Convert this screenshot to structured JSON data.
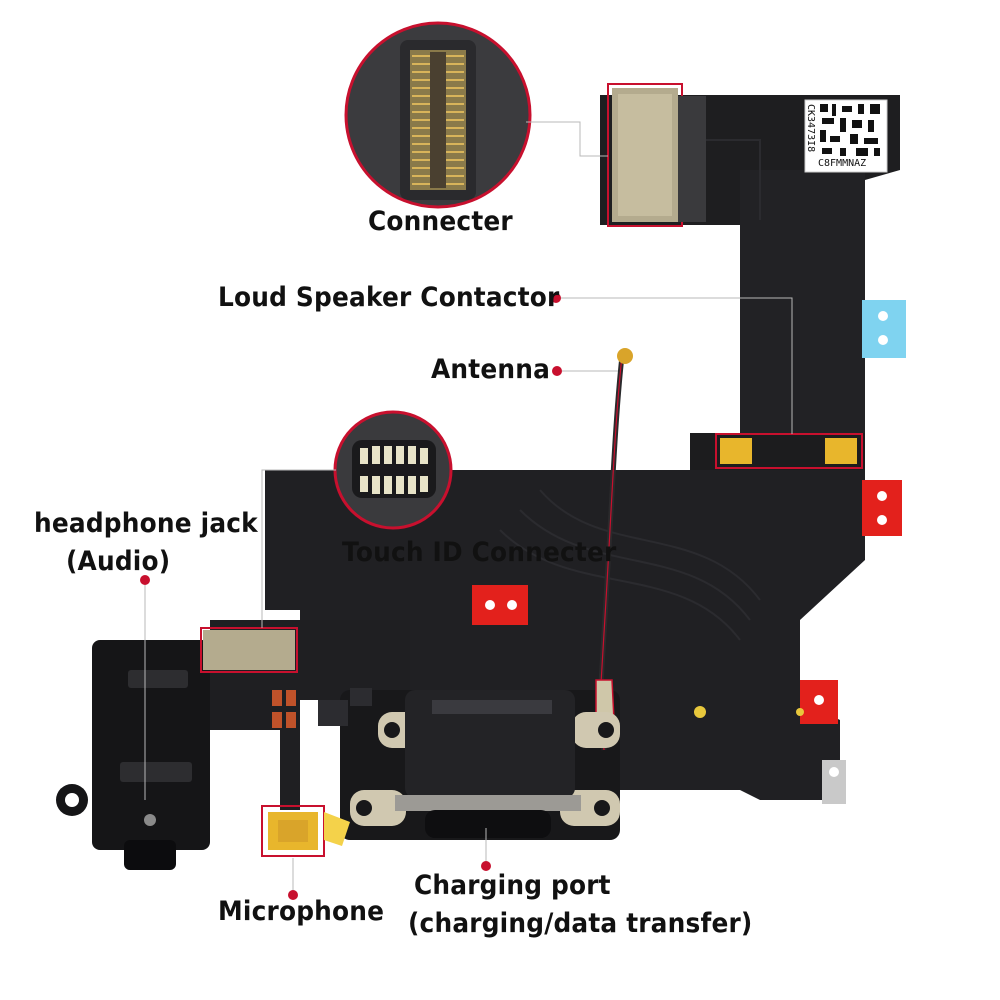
{
  "labels": {
    "connector": "Connecter",
    "loud_speaker": "Loud Speaker Contactor",
    "antenna": "Antenna",
    "touch_id": "Touch ID Connecter",
    "headphone_line1": "headphone jack",
    "headphone_line2": "(Audio)",
    "microphone": "Microphone",
    "charging_line1": "Charging port",
    "charging_line2": "(charging/data transfer)"
  },
  "barcode": {
    "vertical_code": "CK3473I8",
    "horizontal_code": "C8FMMNAZ"
  },
  "colors": {
    "callout_red": "#c8102e",
    "flex_black": "#1e1e20",
    "stiffener_red": "#e3211c",
    "tab_blue": "#7fd3f0",
    "gold_pad": "#e8b62c"
  }
}
